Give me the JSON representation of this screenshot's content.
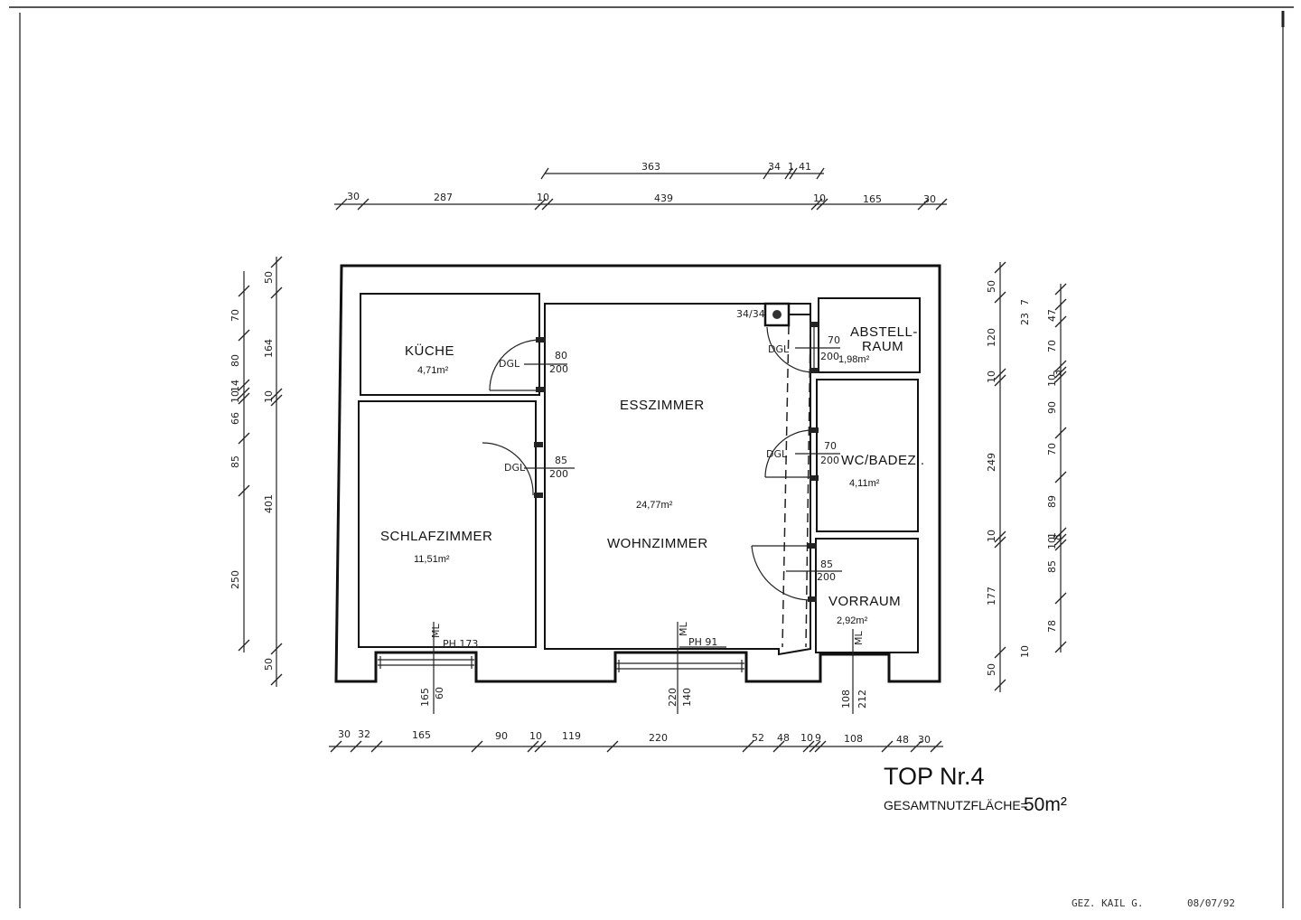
{
  "rooms": {
    "kueche": {
      "name": "KÜCHE",
      "area": "4,71m²"
    },
    "esszimmer": {
      "name": "ESSZIMMER"
    },
    "wohnzimmer": {
      "name": "WOHNZIMMER",
      "area": "24,77m²"
    },
    "schlafzimmer": {
      "name": "SCHLAFZIMMER",
      "area": "11,51m²"
    },
    "abstell": {
      "name_line1": "ABSTELL-",
      "name_line2": "RAUM",
      "area": "1,98m²"
    },
    "wc": {
      "name": "WC/BADEZI.",
      "area": "4,11m²"
    },
    "vorraum": {
      "name": "VORRAUM",
      "area": "2,92m²"
    }
  },
  "doors": {
    "kueche": {
      "type": "DGL",
      "width": "80",
      "height": "200"
    },
    "schlaf": {
      "type": "DGL",
      "width": "85",
      "height": "200"
    },
    "abstell": {
      "type": "DGL",
      "width": "70",
      "height": "200"
    },
    "wc": {
      "type": "DGL",
      "width": "70",
      "height": "200"
    },
    "vorraum": {
      "width": "85",
      "height": "200"
    }
  },
  "chimney_label": "34/34",
  "windows": {
    "schlaf": {
      "ml": "ML",
      "ph": "PH 173",
      "width": "165",
      "height": "60"
    },
    "wohn": {
      "ml": "ML",
      "ph": "PH 91",
      "width": "220",
      "height": "140"
    },
    "vorraum": {
      "ml": "ML",
      "width": "108",
      "height": "212"
    }
  },
  "dims": {
    "top1": [
      "363",
      "34",
      "1",
      "41"
    ],
    "top2": [
      "30",
      "287",
      "10",
      "439",
      "10",
      "165",
      "30"
    ],
    "bottom": [
      "30",
      "32",
      "165",
      "90",
      "10",
      "119",
      "220",
      "52",
      "48",
      "10",
      "9",
      "108",
      "48",
      "30"
    ],
    "left_outer": [
      "70",
      "80",
      "14",
      "10",
      "66",
      "85",
      "250"
    ],
    "left_inner": [
      "50",
      "164",
      "10",
      "401",
      "50"
    ],
    "right_inner": [
      "50",
      "120",
      "10",
      "249",
      "10",
      "177",
      "50"
    ],
    "right_outer": [
      "23",
      "7",
      "47",
      "70",
      "10",
      "3",
      "90",
      "70",
      "89",
      "1",
      "10",
      "8",
      "85",
      "78",
      "10"
    ]
  },
  "title": {
    "main": "TOP Nr.4",
    "total_label": "GESAMTNUTZFLÄCHE=",
    "total_value": "50m²"
  },
  "footer": {
    "drawn_by": "GEZ.   KAIL G.",
    "date": "08/07/92"
  }
}
